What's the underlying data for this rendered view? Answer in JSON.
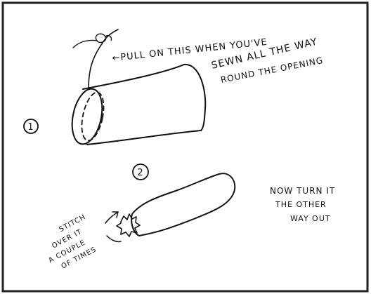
{
  "step_1": {
    "number": "1",
    "annotation": {
      "line1": "←PULL ON THIS  WHEN YOU'VE",
      "line2": "SEWN ALL THE WAY",
      "line3": "ROUND THE OPENING"
    }
  },
  "step_2": {
    "number": "2",
    "instruction": {
      "line1": "NOW TURN IT",
      "line2": "THE OTHER",
      "line3": "WAY OUT"
    },
    "stitch_note": {
      "line1": "STITCH",
      "line2": "OVER IT",
      "line3": "A COUPLE",
      "line4": "OF TIMES"
    }
  },
  "colors": {
    "ink": "#111111",
    "frame": "#222222",
    "paper": "#ffffff"
  }
}
